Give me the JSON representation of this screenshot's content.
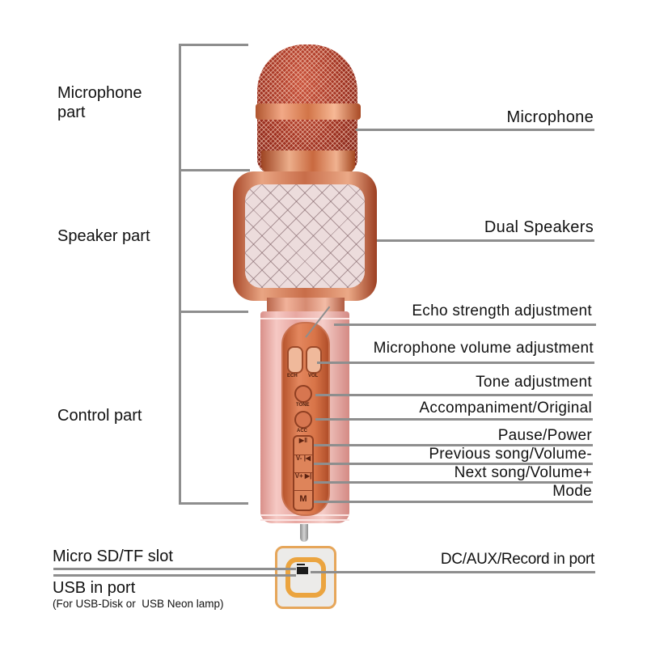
{
  "sections": {
    "microphone_part": "Microphone part",
    "speaker_part": "Speaker part",
    "control_part": "Control part"
  },
  "callouts": {
    "microphone": "Microphone",
    "dual_speakers": "Dual Speakers",
    "echo": "Echo strength adjustment",
    "mic_volume": "Microphone volume adjustment",
    "tone": "Tone adjustment",
    "accompaniment": "Accompaniment/Original",
    "pause_power": "Pause/Power",
    "previous": "Previous song/Volume-",
    "next": "Next song/Volume+",
    "mode": "Mode",
    "dc_aux": "DC/AUX/Record in port"
  },
  "bottom_left": {
    "sd_slot": "Micro SD/TF slot",
    "usb_port": "USB in port",
    "usb_note": "(For USB-Disk or  USB Neon lamp)"
  },
  "device_labels": {
    "ech": "ECH",
    "vol": "VOL",
    "tone": "TONE",
    "acc": "ACC",
    "btn_play": "▶‖",
    "btn_prev": "V- |◀",
    "btn_next": "V+ ▶|",
    "btn_mode": "M"
  },
  "colors": {
    "line": "#8e8e8e",
    "rose_gold": "#e8a8a2",
    "copper": "#c86d49",
    "port_orange": "#eba43f"
  }
}
